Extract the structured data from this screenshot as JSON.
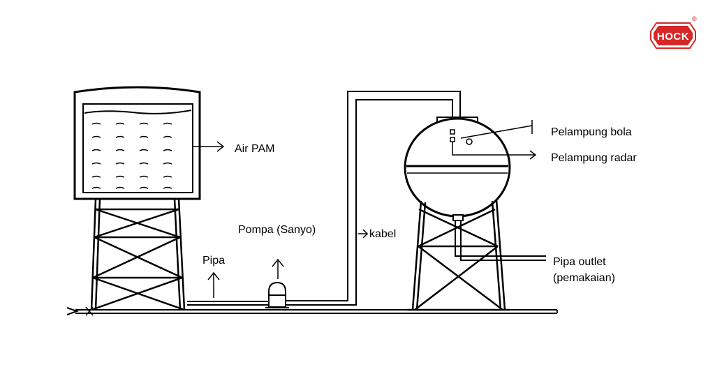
{
  "logo": {
    "text": "HOCK",
    "registered": "®",
    "color": "#d62828"
  },
  "labels": {
    "air_pam": "Air PAM",
    "pompa": "Pompa (Sanyo)",
    "pipa": "Pipa",
    "kabel": "kabel",
    "pelampung_bola": "Pelampung bola",
    "pelampung_radar": "Pelampung radar",
    "pipa_outlet_1": "Pipa outlet",
    "pipa_outlet_2": "(pemakaian)"
  }
}
